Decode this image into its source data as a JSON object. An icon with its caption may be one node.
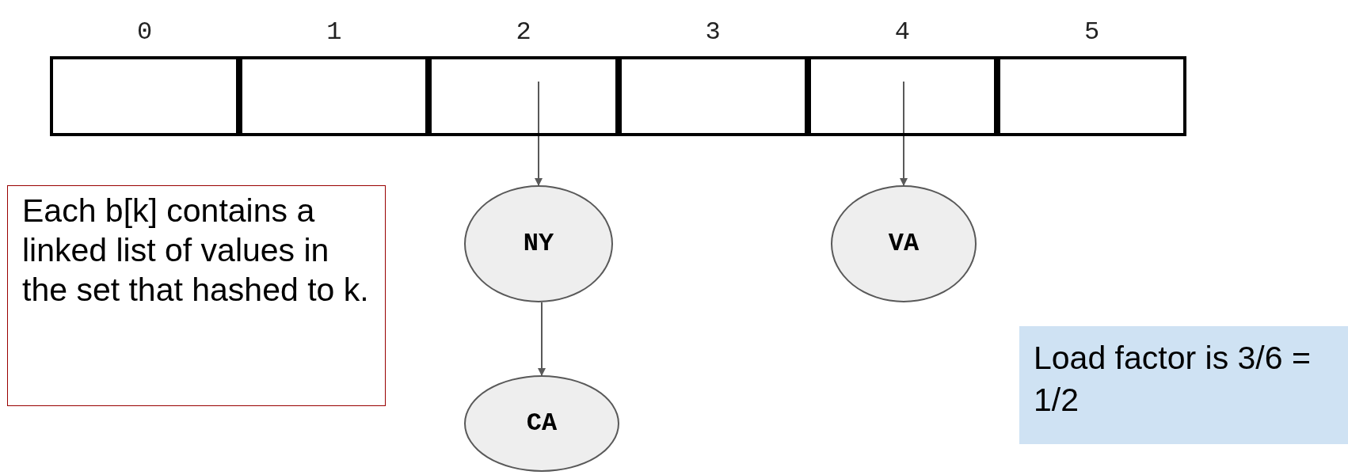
{
  "diagram": {
    "nodes": [
      {
        "text": [
          "0"
        ]
      },
      {
        "text": [
          "1"
        ]
      },
      {
        "text": [
          "2"
        ]
      },
      {
        "text": [
          "3"
        ]
      },
      {
        "text": [
          "4"
        ]
      },
      {
        "text": [
          "5"
        ]
      },
      {
        "text": [
          "NY"
        ]
      },
      {
        "text": [
          "VA"
        ]
      },
      {
        "text": [
          "CA"
        ]
      },
      {
        "text": [
          "Each b[k] contains a linked list of values in the set that hashed to k."
        ]
      },
      {
        "text": [
          "Load factor is 3/6 = 1/2"
        ]
      }
    ],
    "edges": [
      {
        "from": 2,
        "to": 6,
        "arrow": "to"
      },
      {
        "from": 4,
        "to": 7,
        "arrow": "to"
      },
      {
        "from": 6,
        "to": 8,
        "arrow": "to"
      }
    ]
  }
}
